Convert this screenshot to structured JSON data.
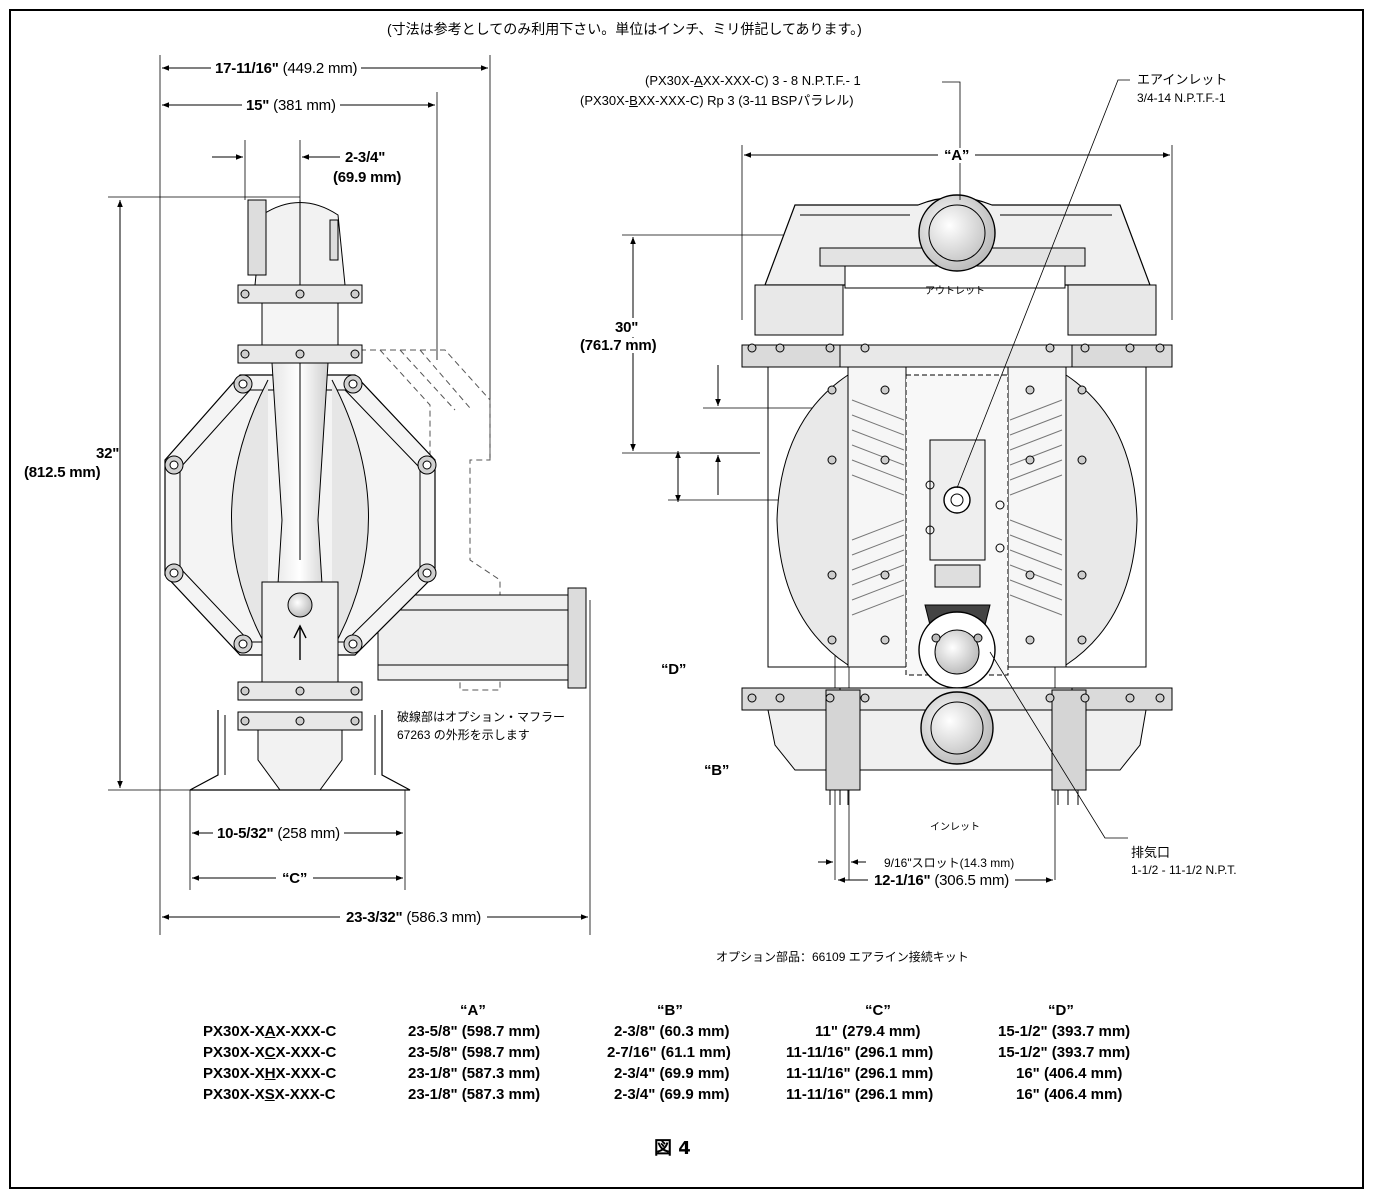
{
  "header_note": "(寸法は参考としてのみ利用下さい。単位はインチ、ミリ併記してあります。)",
  "side_view": {
    "dim_overall_width": {
      "value": "17-11/16\"",
      "metric": "(449.2 mm)"
    },
    "dim_15": {
      "value": "15\"",
      "metric": "(381 mm)"
    },
    "dim_2_3_4": {
      "value": "2-3/4\"",
      "metric": "(69.9 mm)"
    },
    "dim_height": {
      "value": "32\"",
      "metric": "(812.5 mm)"
    },
    "dim_10_5_32": {
      "value": "10-5/32\"",
      "metric": "(258 mm)"
    },
    "dim_c": "“C”",
    "dim_overall_depth": {
      "value": "23-3/32\"",
      "metric": "(586.3 mm)"
    },
    "muffler_note_line1": "破線部はオプション・マフラー",
    "muffler_note_line2": "67263 の外形を示します"
  },
  "front_view": {
    "outlet_a_prefix": "(PX30X-",
    "outlet_a_underlined": "A",
    "outlet_a_suffix": "XX-XXX-C) 3 - 8 N.P.T.F.- 1",
    "outlet_b_prefix": "(PX30X-",
    "outlet_b_underlined": "B",
    "outlet_b_suffix": "XX-XXX-C) Rp 3 (3-11 BSPパラレル)",
    "air_inlet_title": "エアインレット",
    "air_inlet_spec": "3/4-14 N.P.T.F.-1",
    "dim_a": "“A”",
    "dim_30": {
      "value": "30\"",
      "metric": "(761.7 mm)"
    },
    "outlet_label": "アウトレット",
    "dim_d": "“D”",
    "dim_b": "“B”",
    "inlet_label": "インレット",
    "slot_label": "9/16\"スロット(14.3 mm)",
    "exhaust_title": "排気口",
    "exhaust_spec": "1-1/2 - 11-1/2 N.P.T.",
    "dim_12_1_16": {
      "value": "12-1/16\"",
      "metric": "(306.5 mm)"
    }
  },
  "option_note": "オプション部品：66109 エアライン接続キット",
  "table": {
    "headers": [
      "“A”",
      "“B”",
      "“C”",
      "“D”"
    ],
    "rows": [
      {
        "model_pre": "PX30X-X",
        "model_ul": "A",
        "model_post": "X-XXX-C",
        "a": "23-5/8\" (598.7 mm)",
        "b": "2-3/8\" (60.3 mm)",
        "c": "11\" (279.4 mm)",
        "d": "15-1/2\" (393.7 mm)"
      },
      {
        "model_pre": "PX30X-X",
        "model_ul": "C",
        "model_post": "X-XXX-C",
        "a": "23-5/8\" (598.7 mm)",
        "b": "2-7/16\" (61.1 mm)",
        "c": "11-11/16\" (296.1 mm)",
        "d": "15-1/2\" (393.7 mm)"
      },
      {
        "model_pre": "PX30X-X",
        "model_ul": "H",
        "model_post": "X-XXX-C",
        "a": "23-1/8\" (587.3 mm)",
        "b": "2-3/4\" (69.9 mm)",
        "c": "11-11/16\" (296.1 mm)",
        "d": "16\" (406.4 mm)"
      },
      {
        "model_pre": "PX30X-X",
        "model_ul": "S",
        "model_post": "X-XXX-C",
        "a": "23-1/8\" (587.3 mm)",
        "b": "2-3/4\" (69.9 mm)",
        "c": "11-11/16\" (296.1 mm)",
        "d": "16\" (406.4 mm)"
      }
    ]
  },
  "figure_caption": "図 4",
  "colors": {
    "line": "#000000",
    "body_fill": "#f2f2f2",
    "shade": "#c8c8c8",
    "dark": "#555555"
  }
}
